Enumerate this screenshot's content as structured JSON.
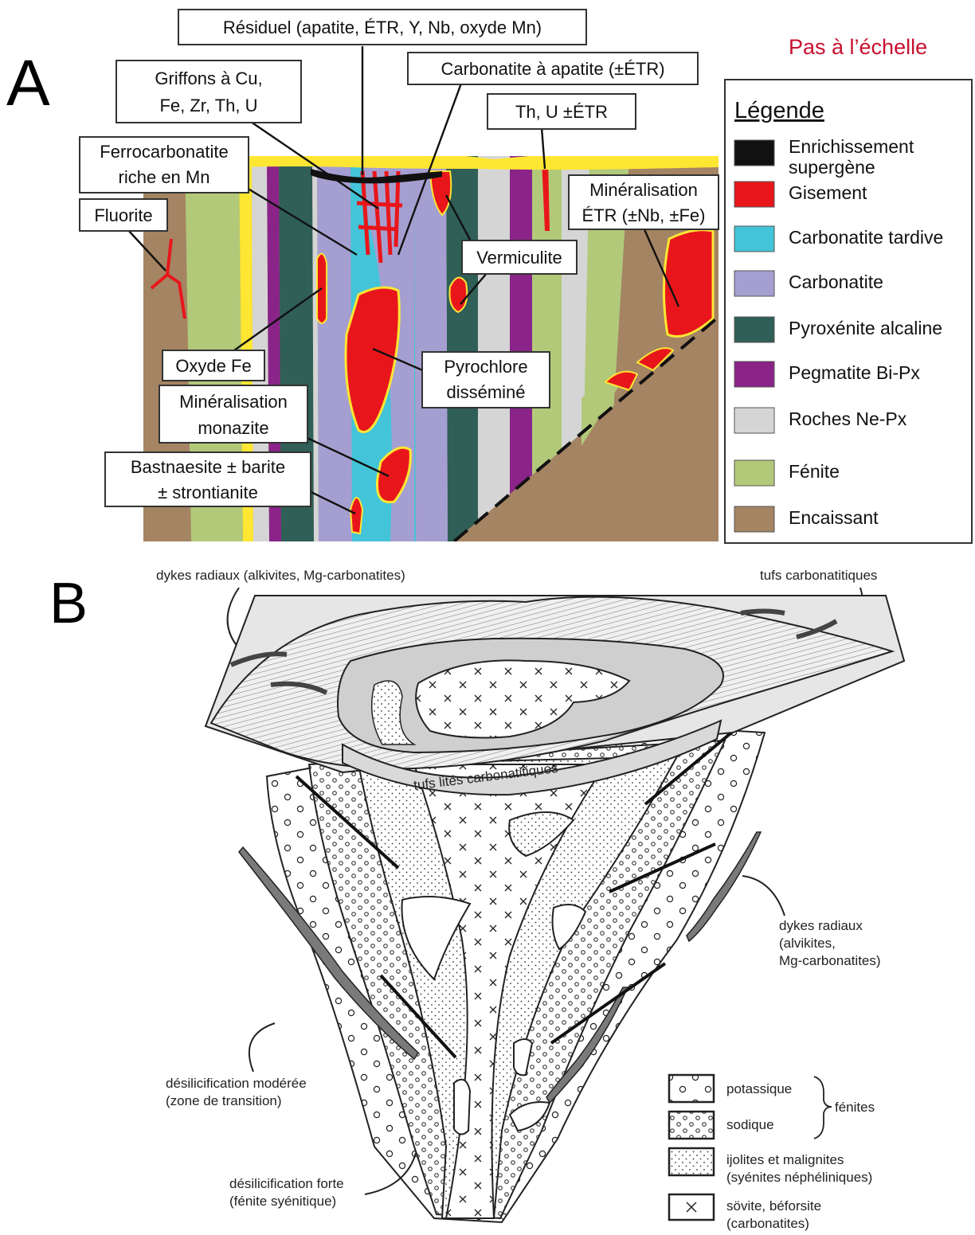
{
  "panel_a": {
    "letter": "A",
    "scale_note": "Pas à l’échelle",
    "colors": {
      "supergene": "#111111",
      "deposit": "#e8161b",
      "late_carbonatite": "#43c4d8",
      "carbonatite": "#a59fd1",
      "alkaline_pyroxenite": "#2f5f56",
      "pegmatite": "#8a2488",
      "ne_px_rocks": "#d5d5d5",
      "fenite": "#b2c97a",
      "host": "#a48463",
      "regolith": "#ffe633"
    },
    "callouts": {
      "residual": "Résiduel (apatite, ÉTR, Y, Nb, oxyde Mn)",
      "apatite_carbonatite": "Carbonatite à apatite (±ÉTR)",
      "griffons_1": "Griffons à Cu,",
      "griffons_2": "Fe, Zr, Th, U",
      "th_u": "Th, U ±ÉTR",
      "ferro_1": "Ferrocarbonatite",
      "ferro_2": "riche en Mn",
      "ree_min_1": "Minéralisation",
      "ree_min_2": "ÉTR (±Nb, ±Fe)",
      "fluorite": "Fluorite",
      "vermiculite": "Vermiculite",
      "fe_oxide": "Oxyde Fe",
      "pyrochlore_1": "Pyrochlore",
      "pyrochlore_2": "disséminé",
      "monazite_1": "Minéralisation",
      "monazite_2": "monazite",
      "bastnaesite_1": "Bastnaesite ± barite",
      "bastnaesite_2": "± strontianite"
    },
    "legend": {
      "title": "Légende",
      "items": [
        {
          "line1": "Enrichissement",
          "line2": "supergène",
          "color": "#111111"
        },
        {
          "line1": "Gisement",
          "color": "#e8161b"
        },
        {
          "line1": "Carbonatite tardive",
          "color": "#43c4d8"
        },
        {
          "line1": "Carbonatite",
          "color": "#a59fd1"
        },
        {
          "line1": "Pyroxénite alcaline",
          "color": "#2f5f56"
        },
        {
          "line1": "Pegmatite Bi-Px",
          "color": "#8a2488"
        },
        {
          "line1": "Roches Ne-Px",
          "color": "#d5d5d5"
        },
        {
          "line1": "Fénite",
          "color": "#b2c97a"
        },
        {
          "line1": "Encaissant",
          "color": "#a48463"
        }
      ]
    }
  },
  "panel_b": {
    "letter": "B",
    "labels": {
      "dykes_top": "dykes radiaux (alkivites, Mg-carbonatites)",
      "tufs_top": "tufs carbonatitiques",
      "tufs_lites": "tufs lités carbonatitiques",
      "dykes_right_1": "dykes radiaux",
      "dykes_right_2": "(alvikites,",
      "dykes_right_3": "Mg-carbonatites)",
      "desil_mod_1": "désilicification modérée",
      "desil_mod_2": "(zone de transition)",
      "desil_forte_1": "désilicification forte",
      "desil_forte_2": "(fénite syénitique)"
    },
    "legend": {
      "potassique": "potassique",
      "sodique": "sodique",
      "fenites": "fénites",
      "ijolites_1": "ijolites et malignites",
      "ijolites_2": "(syénites néphéliniques)",
      "sovite_1": "sövite, béforsite",
      "sovite_2": "(carbonatites)"
    }
  }
}
